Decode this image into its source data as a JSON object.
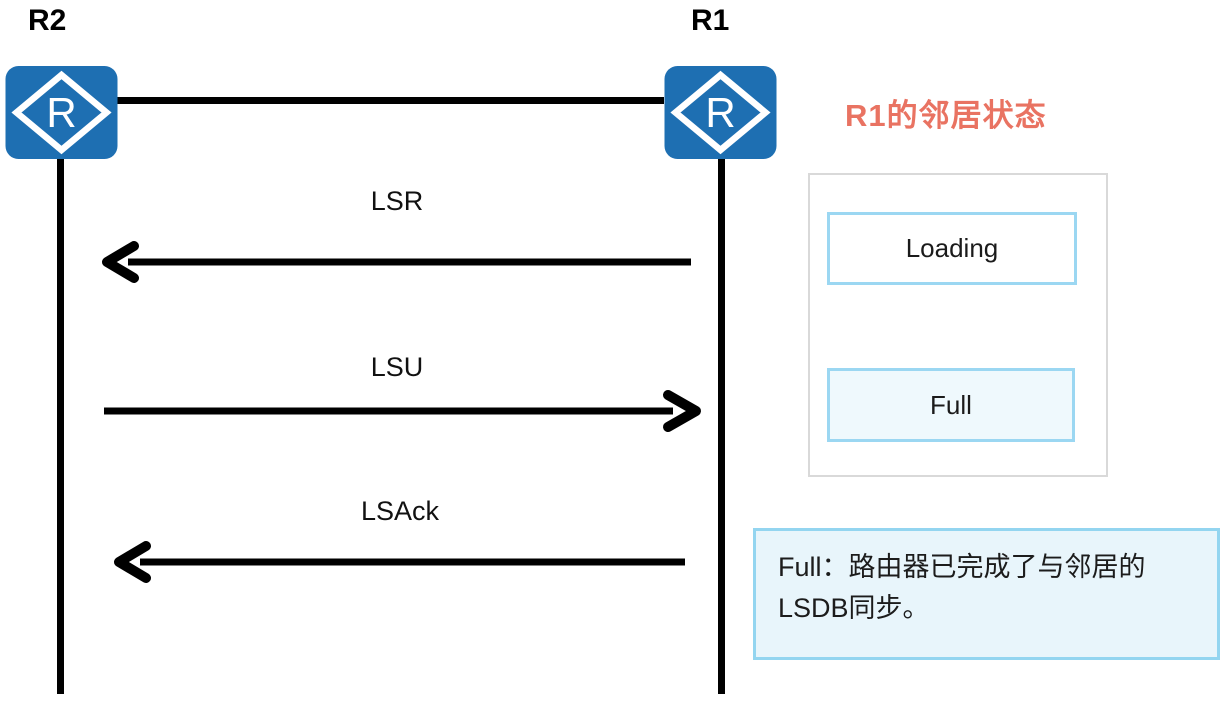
{
  "diagram": {
    "routers": [
      {
        "name": "R2"
      },
      {
        "name": "R1"
      }
    ],
    "router_icon_letter": "R",
    "link": {
      "from": "R2",
      "to": "R1"
    },
    "messages": [
      {
        "label": "LSR",
        "from": "R1",
        "to": "R2",
        "arrow_direction": "left"
      },
      {
        "label": "LSU",
        "from": "R2",
        "to": "R1",
        "arrow_direction": "right"
      },
      {
        "label": "LSAck",
        "from": "R1",
        "to": "R2",
        "arrow_direction": "left"
      }
    ]
  },
  "state_panel": {
    "title": "R1的邻居状态",
    "states": [
      {
        "label": "Loading",
        "highlighted": false
      },
      {
        "label": "Full",
        "highlighted": true
      }
    ]
  },
  "note": {
    "text": "Full：路由器已完成了与邻居的LSDB同步。"
  },
  "colors": {
    "router_blue": "#1E6FB2",
    "title_red": "#E97362",
    "panel_border_gray": "#D9D9D9",
    "state_border_blue": "#9BD7F2",
    "full_state_bg": "#EFF9FD",
    "note_bg": "#E8F5FB",
    "note_border": "#93D5F0",
    "line_black": "#000000"
  }
}
